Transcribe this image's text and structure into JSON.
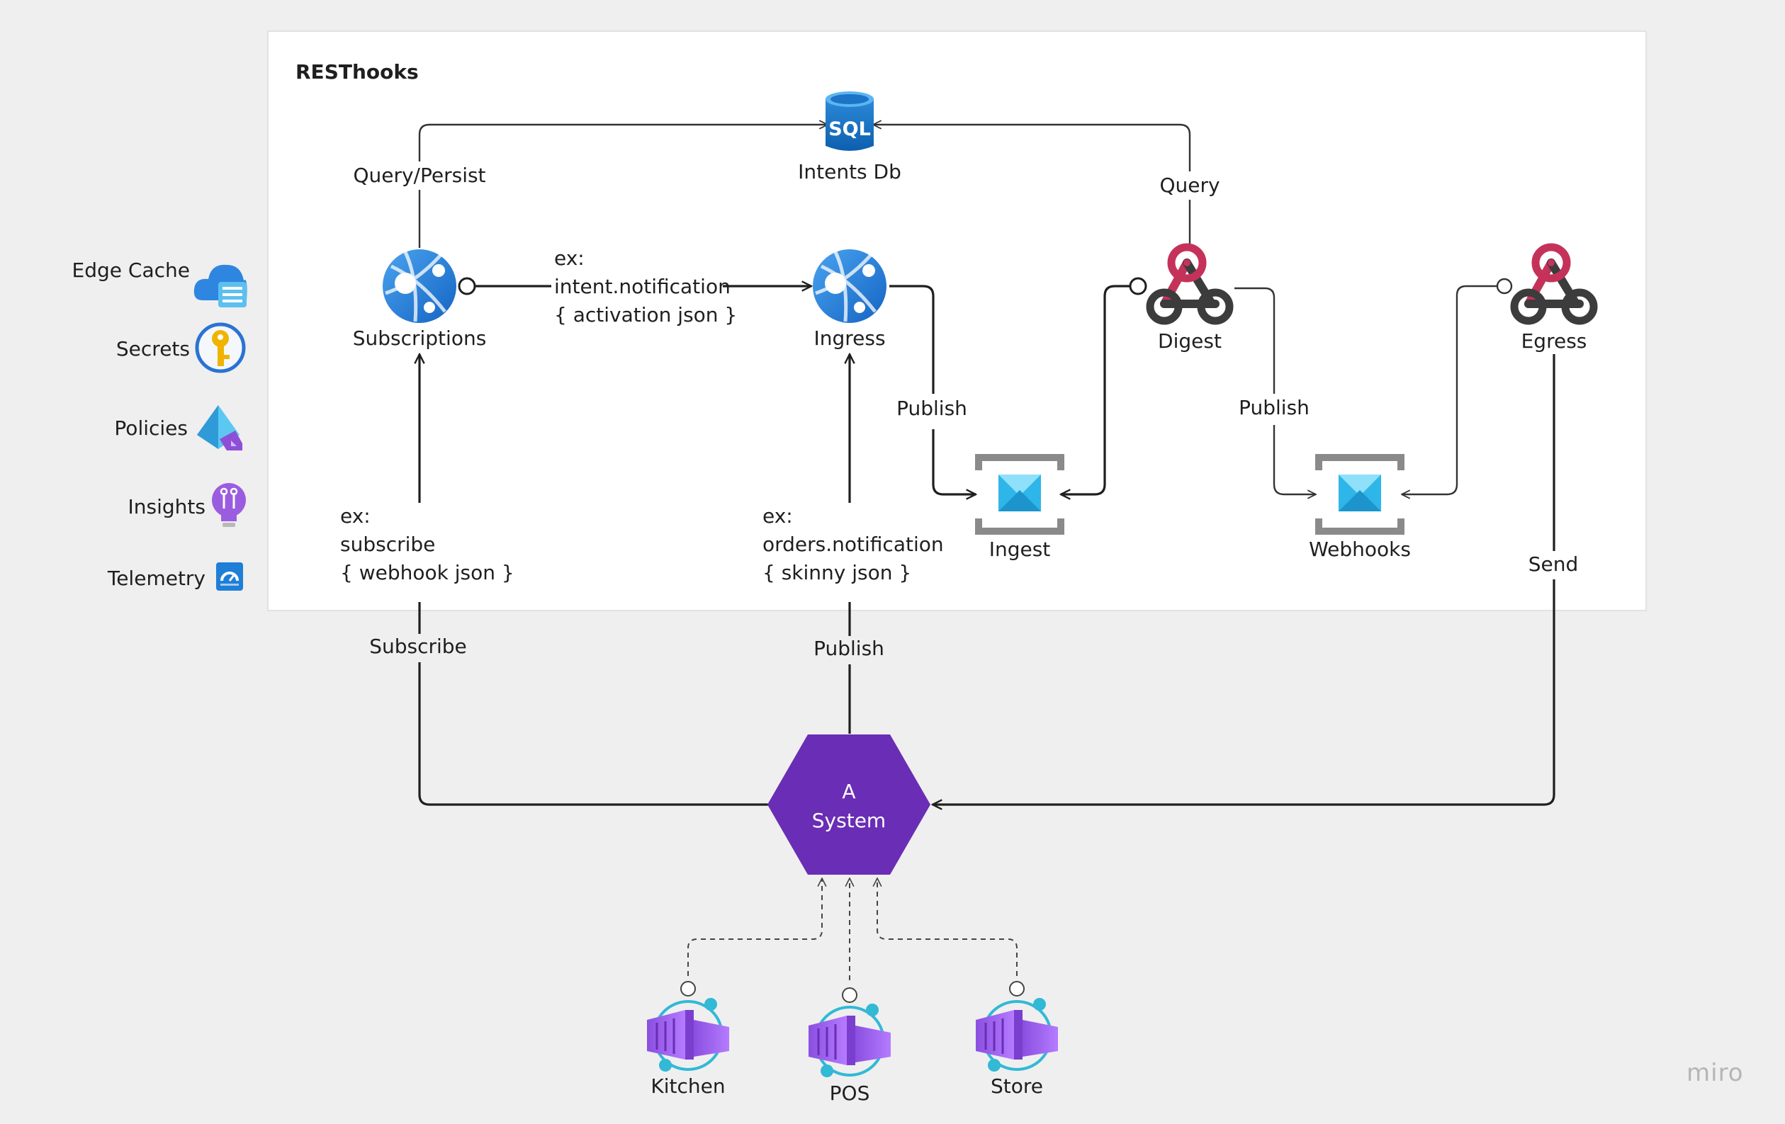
{
  "diagram": {
    "title": "RESThooks",
    "nodes": {
      "intents_db": {
        "label": "Intents Db",
        "icon_text": "SQL",
        "icon": "sql-database-icon"
      },
      "subscriptions": {
        "label": "Subscriptions",
        "icon": "app-service-globe-icon"
      },
      "ingress": {
        "label": "Ingress",
        "icon": "app-service-globe-icon"
      },
      "digest": {
        "label": "Digest",
        "icon": "webhook-icon"
      },
      "egress": {
        "label": "Egress",
        "icon": "webhook-icon"
      },
      "ingest": {
        "label": "Ingest",
        "icon": "event-grid-topic-icon"
      },
      "webhooks": {
        "label": "Webhooks",
        "icon": "event-grid-topic-icon"
      },
      "system": {
        "line1": "A",
        "line2": "System"
      },
      "kitchen": {
        "label": "Kitchen",
        "icon": "container-apps-icon"
      },
      "pos": {
        "label": "POS",
        "icon": "container-apps-icon"
      },
      "store": {
        "label": "Store",
        "icon": "container-apps-icon"
      }
    },
    "edges": {
      "query_persist": "Query/Persist",
      "query": "Query",
      "publish_ingest": "Publish",
      "publish_webhooks": "Publish",
      "intent_example": {
        "line1": "ex:",
        "line2": "intent.notification",
        "line3": "{ activation json }"
      },
      "subscribe_example": {
        "line1": "ex:",
        "line2": "subscribe",
        "line3": "{ webhook json }"
      },
      "orders_example": {
        "line1": "ex:",
        "line2": "orders.notification",
        "line3": "{ skinny json }"
      },
      "subscribe": "Subscribe",
      "publish_system": "Publish",
      "send": "Send"
    },
    "legend": [
      {
        "label": "Edge Cache",
        "icon": "cloud-cache-icon"
      },
      {
        "label": "Secrets",
        "icon": "key-vault-icon"
      },
      {
        "label": "Policies",
        "icon": "policy-icon"
      },
      {
        "label": "Insights",
        "icon": "app-insights-bulb-icon"
      },
      {
        "label": "Telemetry",
        "icon": "dashboard-gauge-icon"
      }
    ],
    "watermark": "miro"
  }
}
